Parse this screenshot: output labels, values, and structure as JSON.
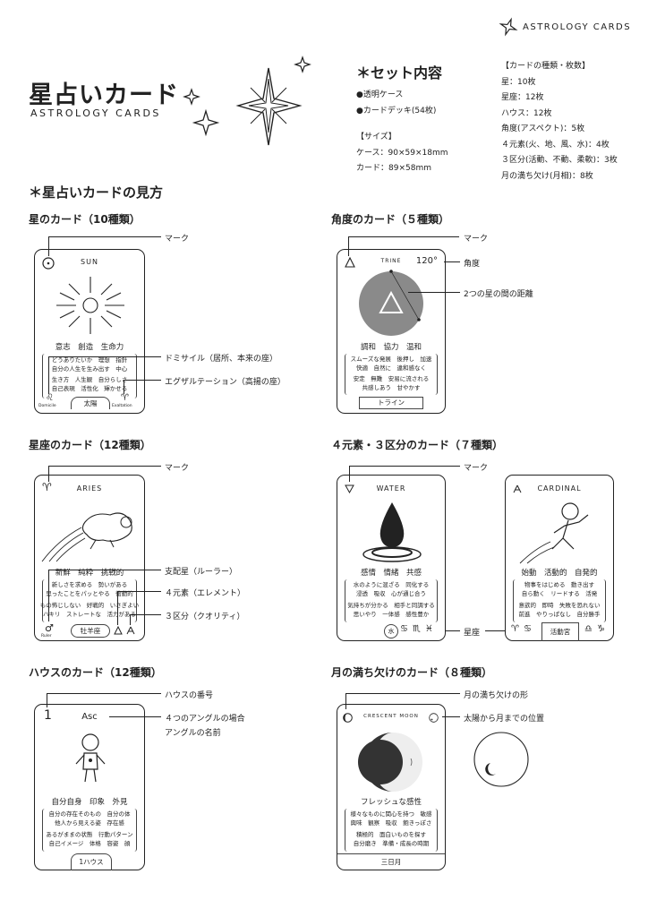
{
  "brand": {
    "name": "ASTROLOGY CARDS"
  },
  "title": {
    "jp": "星占いカード",
    "en": "ASTROLOGY CARDS"
  },
  "set": {
    "heading": "＊セット内容",
    "items": [
      "●透明ケース",
      "●カードデッキ(54枚)"
    ],
    "size_heading": "【サイズ】",
    "size_case": "ケース：90×59×18mm",
    "size_card": "カード：89×58mm",
    "types_heading": "【カードの種類・枚数】",
    "types": [
      "星：10枚",
      "星座：12枚",
      "ハウス：12枚",
      "角度(アスペクト)：5枚",
      "４元素(火、地、風、水)：4枚",
      "３区分(活動、不動、柔軟)：3枚",
      "月の満ち欠け(月相)：8枚"
    ]
  },
  "section_title": "＊星占いカードの見方",
  "star_card": {
    "heading": "星のカード（10種類）",
    "name": "SUN",
    "keywords": "意志　創造　生命力",
    "text1": [
      "どうありたいか　理想　指針",
      "自分の人生を生み出す　中心"
    ],
    "text2": [
      "生き方　人生観　自分らしさ",
      "自己表現　活性化　輝かせる"
    ],
    "domicile_label": "Domicile",
    "exaltation_label": "Exaltation",
    "jp_name": "太陽",
    "ann_mark": "マーク",
    "ann_domicile": "ドミサイル（居所、本来の座）",
    "ann_exaltation": "エグザルテーション（高揚の座）"
  },
  "aspect_card": {
    "heading": "角度のカード（５種類）",
    "name": "TRINE",
    "angle": "120°",
    "keywords": "調和　協力　温和",
    "text1": [
      "スムーズな発展　後押し　加速",
      "快適　自然に　違和感なく"
    ],
    "text2": [
      "安定　無難　安易に流される",
      "共感しあう　甘やかす"
    ],
    "jp_name": "トライン",
    "ann_mark": "マーク",
    "ann_angle": "角度",
    "ann_distance": "2つの星の間の距離"
  },
  "sign_card": {
    "heading": "星座のカード（12種類）",
    "name": "ARIES",
    "keywords": "新鮮　純粋　挑戦的",
    "text1": [
      "新しさを求める　勢いがある",
      "思ったことをパッとやる　衝動的"
    ],
    "text2": [
      "もの怖じしない　好戦的　いさぎよい",
      "ハキリ　ストレートな　活力がある"
    ],
    "ruler_label": "Ruler",
    "jp_name": "牡羊座",
    "ann_mark": "マーク",
    "ann_ruler": "支配星（ルーラー）",
    "ann_element": "４元素（エレメント）",
    "ann_quality": "３区分（クオリティ）"
  },
  "element_card": {
    "heading": "４元素・３区分のカード（７種類）",
    "water": {
      "name": "WATER",
      "keywords": "感情　情緒　共感",
      "text1": [
        "水のように混ざる　同化する",
        "浸透　吸収　心が通じ合う"
      ],
      "text2": [
        "気持ちが分かる　相手と同調する",
        "思いやり　一体感　感性豊か"
      ],
      "element_symbol": "水"
    },
    "cardinal": {
      "name": "CARDINAL",
      "keywords": "始動　活動的　自発的",
      "text1": [
        "物事をはじめる　動き出す",
        "自ら動く　リードする　活発"
      ],
      "text2": [
        "意欲的　即時　失敗を恐れない",
        "前進　やりっぱなし　自分勝手"
      ],
      "jp_name": "活動宮"
    },
    "ann_mark": "マーク",
    "ann_signs": "星座"
  },
  "house_card": {
    "heading": "ハウスのカード（12種類）",
    "number": "1",
    "angle_name": "Asc",
    "keywords": "自分自身　印象　外見",
    "text1": [
      "自分の存在そのもの　自分の体",
      "他人から見える姿　存在感"
    ],
    "text2": [
      "あるがままの状態　行動パターン",
      "自己イメージ　体格　容姿　顔"
    ],
    "jp_name": "1ハウス",
    "ann_number": "ハウスの番号",
    "ann_angle": "４つのアングルの場合",
    "ann_angle2": "アングルの名前"
  },
  "moon_card": {
    "heading": "月の満ち欠けのカード（８種類）",
    "name": "CRESCENT MOON",
    "keywords": "フレッシュな感性",
    "text1": [
      "様々なものに関心を持つ　敏感",
      "興味　観察　吸収　飽きっぽさ"
    ],
    "text2": [
      "積極的　面白いものを探す",
      "自分磨き　準備・成長の時期"
    ],
    "jp_name": "三日月",
    "ann_shape": "月の満ち欠けの形",
    "ann_position": "太陽から月までの位置"
  }
}
